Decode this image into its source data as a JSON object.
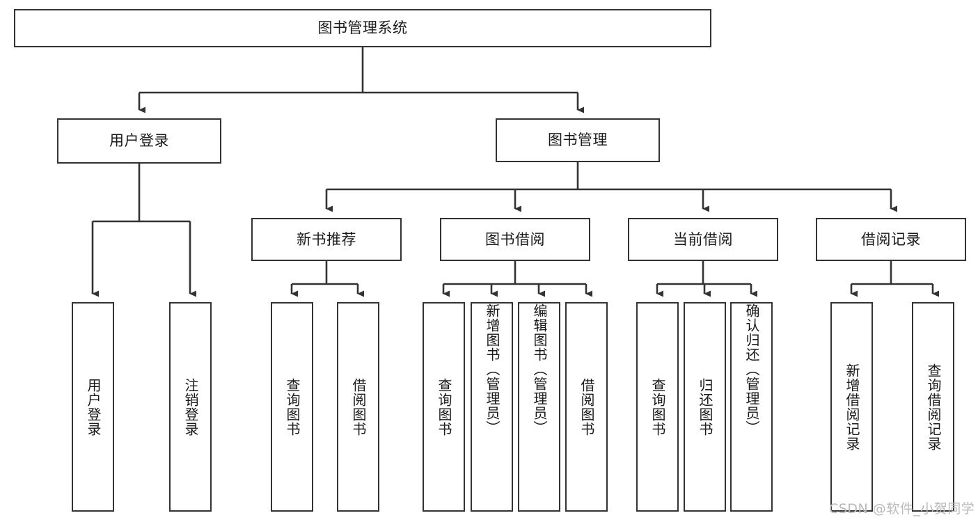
{
  "diagram": {
    "title": "图书管理系统",
    "type": "hierarchy-tree",
    "watermark": "CSDN @软件_小贺同学",
    "colors": {
      "stroke": "#333333",
      "fill": "#ffffff",
      "text": "#1a1a1a",
      "watermark": "#b9b9b9"
    },
    "levels": {
      "root": {
        "label": "图书管理系统"
      },
      "level2": [
        {
          "id": "user-login",
          "label": "用户登录"
        },
        {
          "id": "book-manage",
          "label": "图书管理"
        }
      ],
      "level3": [
        {
          "id": "new-book-recommend",
          "label": "新书推荐",
          "parent": "book-manage"
        },
        {
          "id": "book-borrow",
          "label": "图书借阅",
          "parent": "book-manage"
        },
        {
          "id": "current-borrow",
          "label": "当前借阅",
          "parent": "book-manage"
        },
        {
          "id": "borrow-record",
          "label": "借阅记录",
          "parent": "book-manage"
        }
      ],
      "leaves": {
        "user-login": [
          {
            "id": "leaf-user-login",
            "label": "用户登录"
          },
          {
            "id": "leaf-user-logout",
            "label": "注销登录"
          }
        ],
        "new-book-recommend": [
          {
            "id": "leaf-query-book-1",
            "label": "查询图书"
          },
          {
            "id": "leaf-borrow-book-1",
            "label": "借阅图书"
          }
        ],
        "book-borrow": [
          {
            "id": "leaf-query-book-2",
            "label": "查询图书"
          },
          {
            "id": "leaf-add-book",
            "label": "新增图书（管理员）"
          },
          {
            "id": "leaf-edit-book",
            "label": "编辑图书（管理员）"
          },
          {
            "id": "leaf-borrow-book-2",
            "label": "借阅图书"
          }
        ],
        "current-borrow": [
          {
            "id": "leaf-query-book-3",
            "label": "查询图书"
          },
          {
            "id": "leaf-return-book",
            "label": "归还图书"
          },
          {
            "id": "leaf-confirm-return",
            "label": "确认归还（管理员）"
          }
        ],
        "borrow-record": [
          {
            "id": "leaf-add-record",
            "label": "新增借阅记录"
          },
          {
            "id": "leaf-query-record",
            "label": "查询借阅记录"
          }
        ]
      }
    }
  }
}
